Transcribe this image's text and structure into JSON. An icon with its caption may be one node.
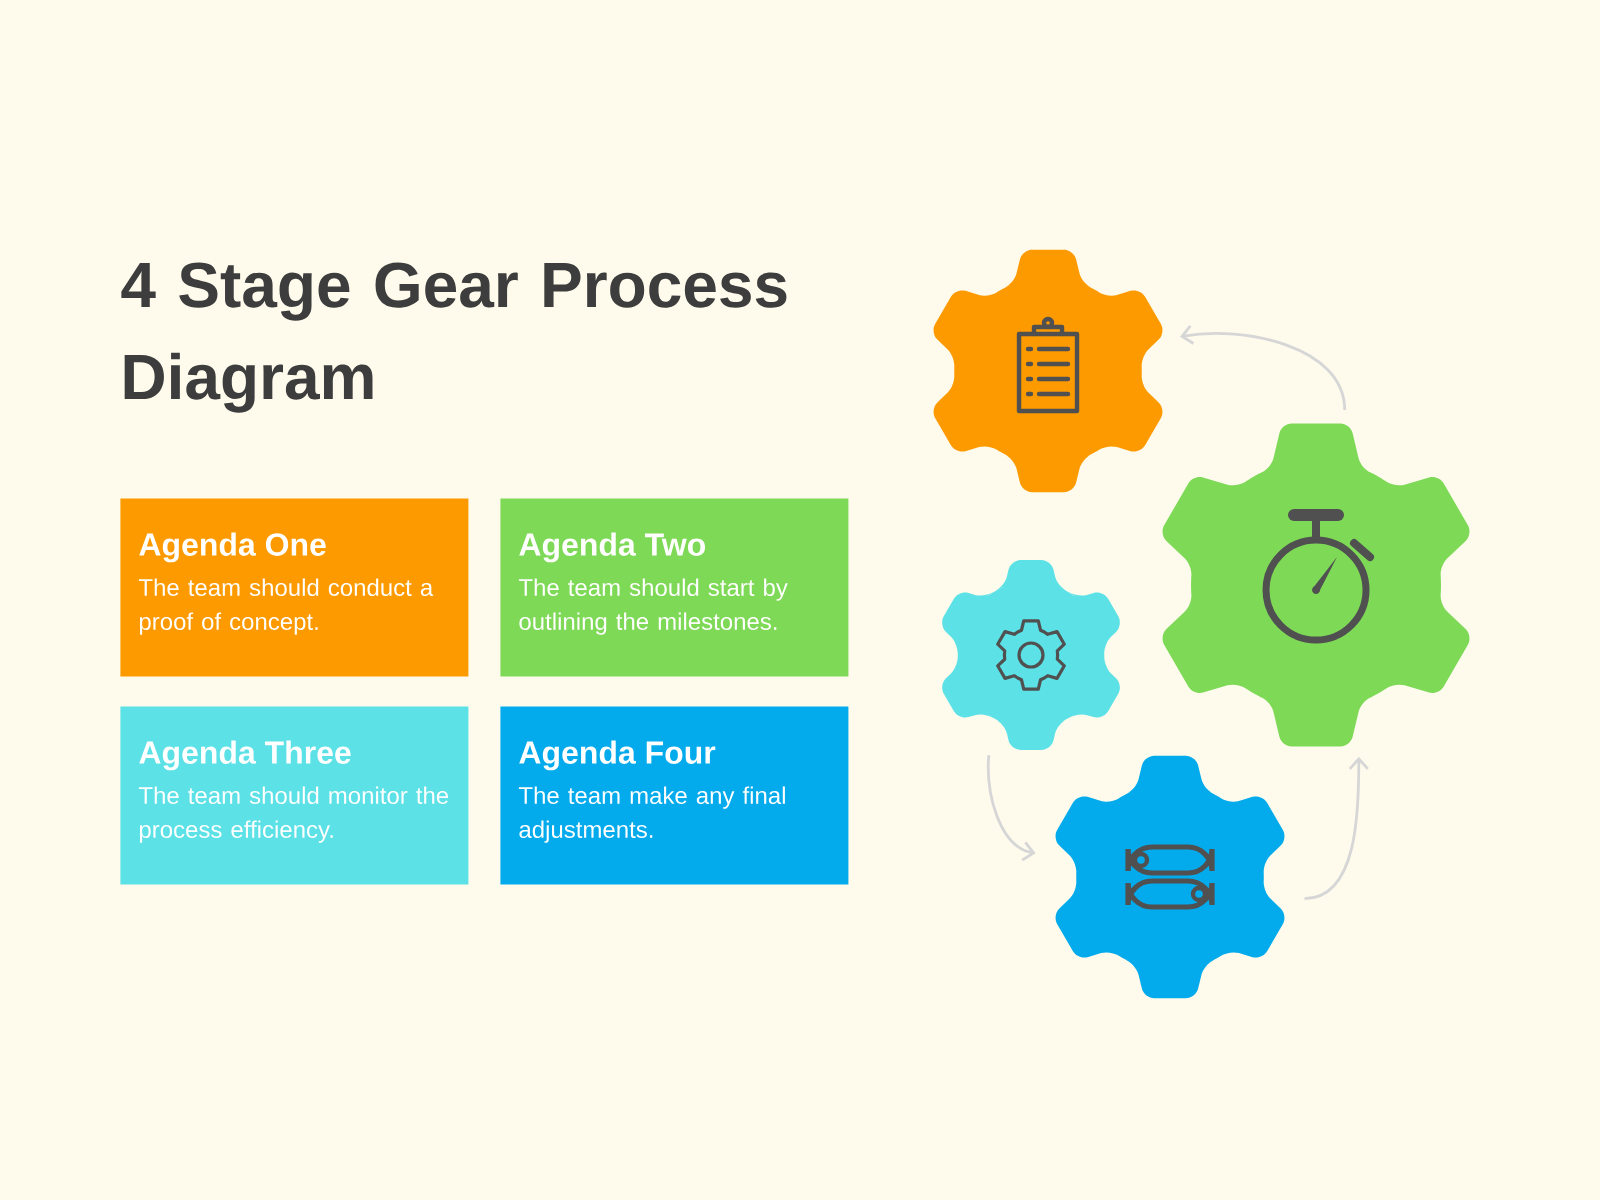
{
  "diagram": {
    "title": "4 Stage Gear Process Diagram",
    "nodes": [
      {
        "text": [
          "Agenda One",
          "The team should conduct a proof of concept."
        ]
      },
      {
        "text": [
          "Agenda Two",
          "The team should start by outlining the milestones."
        ]
      },
      {
        "text": [
          "Agenda Three",
          "The team should monitor the process efficiency."
        ]
      },
      {
        "text": [
          "Agenda Four",
          "The team make any final adjustments."
        ]
      },
      {
        "text": [],
        "shape": "gear"
      },
      {
        "text": [],
        "shape": "gear"
      },
      {
        "text": [],
        "shape": "gear"
      },
      {
        "text": [],
        "shape": "gear"
      }
    ],
    "edges": [
      {
        "from": 5,
        "to": 4,
        "arrow": "to"
      },
      {
        "from": 6,
        "to": 7,
        "arrow": "to"
      },
      {
        "from": 7,
        "to": 5,
        "arrow": "to"
      }
    ]
  }
}
